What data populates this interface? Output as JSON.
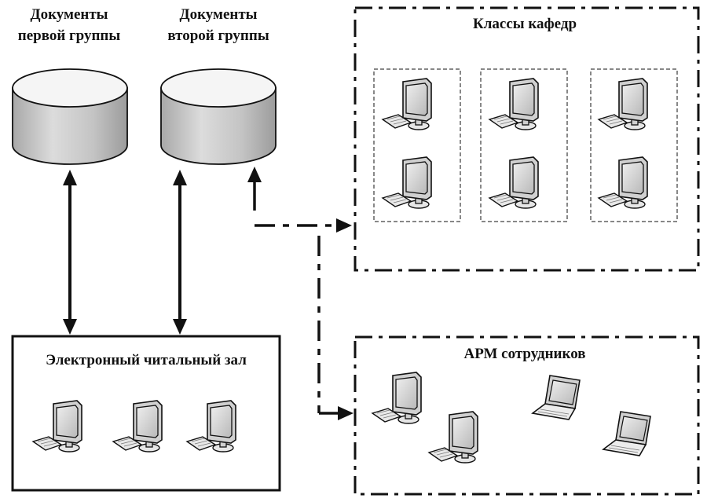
{
  "databases": [
    {
      "title_line1": "Документы",
      "title_line2": "первой группы"
    },
    {
      "title_line1": "Документы",
      "title_line2": "второй группы"
    }
  ],
  "groups": {
    "department_classes": {
      "title": "Классы кафедр"
    },
    "staff_workstations": {
      "title": "АРМ сотрудников"
    },
    "reading_room": {
      "title": "Электронный читальный зал"
    }
  },
  "icons": {
    "workstation": "desktop-computer-icon",
    "laptop": "laptop-icon",
    "database": "database-cylinder-icon"
  },
  "colors": {
    "line": "#111111",
    "monitor_fill": "#d2d2d2",
    "cylinder_body": "#c8c8c8",
    "cylinder_top": "#f4f4f4"
  }
}
